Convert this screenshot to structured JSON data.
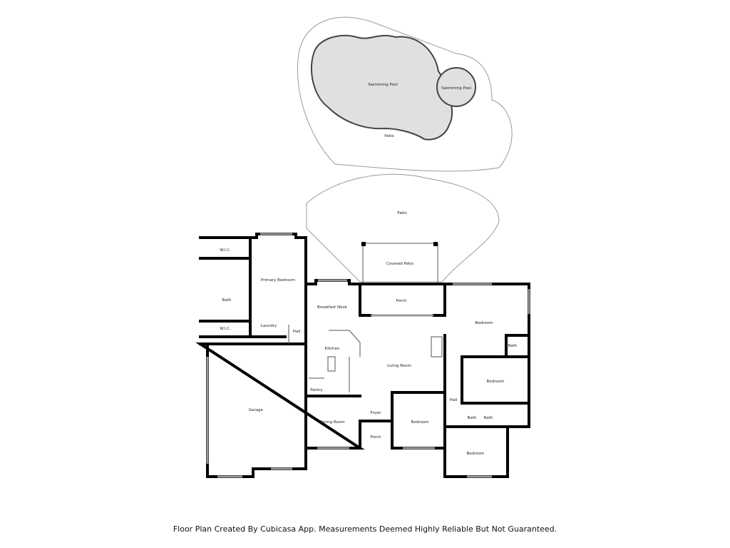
{
  "rooms": {
    "pool_main": "Swimming Pool",
    "pool_small": "Swimming Pool",
    "patio_upper": "Patio",
    "patio_lower": "Patio",
    "covered_patio": "Covered Patio",
    "wic_top": "W.I.C.",
    "primary_bedroom": "Primary Bedroom",
    "bath_primary": "Bath",
    "wic_bottom": "W.I.C.",
    "laundry": "Laundry",
    "hall_left": "Hall",
    "breakfast_nook": "Breakfast Nook",
    "porch_back": "Porch",
    "kitchen": "Kitchen",
    "living_room": "Living Room",
    "pantry": "Pantry",
    "garage": "Garage",
    "dining_room": "Dining Room",
    "foyer": "Foyer",
    "porch_front": "Porch",
    "bedroom_front": "Bedroom",
    "bedroom_ne": "Bedroom",
    "bath_ne": "Bath",
    "bedroom_e": "Bedroom",
    "hall_right": "Hall",
    "bath_a": "Bath",
    "bath_b": "Bath",
    "bedroom_se": "Bedroom"
  },
  "caption": "Floor Plan Created By Cubicasa App. Measurements Deemed Highly Reliable But Not Guaranteed."
}
